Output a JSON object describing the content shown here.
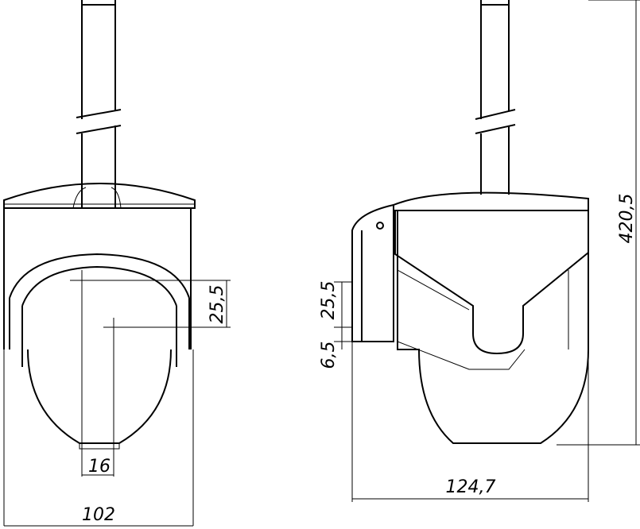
{
  "dimensions": {
    "front_width": "102",
    "front_offset": "16",
    "front_height": "25,5",
    "side_width": "124,7",
    "side_height_upper": "25,5",
    "side_height_lower": "6,5",
    "total_height": "420,5"
  }
}
